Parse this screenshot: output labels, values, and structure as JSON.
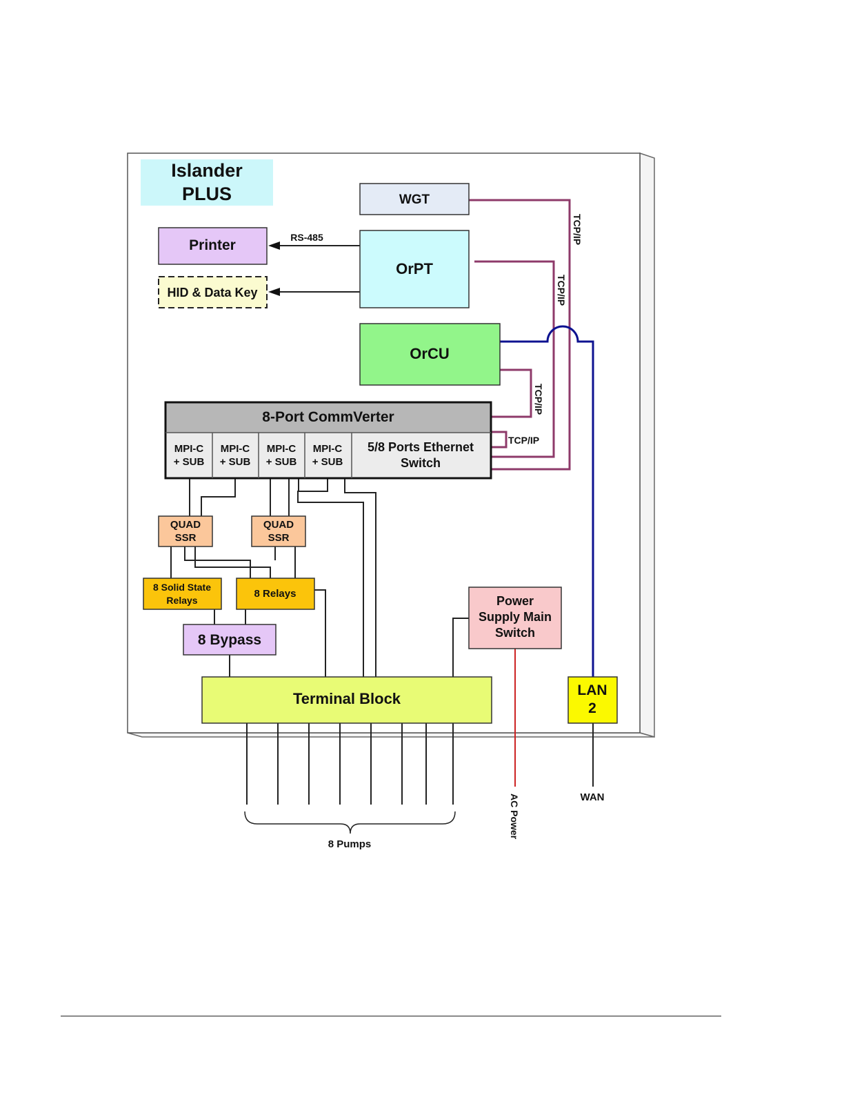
{
  "title": {
    "line1": "Islander",
    "line2": "PLUS"
  },
  "components": {
    "wgt": "WGT",
    "orpt": "OrPT",
    "orcu": "OrCU",
    "printer": "Printer",
    "hid": "HID & Data Key",
    "commverter": "8-Port CommVerter",
    "mpi": [
      "MPI-C",
      "+ SUB"
    ],
    "ethernet": [
      "5/8 Ports Ethernet",
      "Switch"
    ],
    "quad_ssr": [
      "QUAD",
      "SSR"
    ],
    "solid_state": [
      "8 Solid State",
      "Relays"
    ],
    "relays": "8 Relays",
    "bypass": "8 Bypass",
    "terminal": "Terminal Block",
    "power": [
      "Power",
      "Supply Main",
      "Switch"
    ],
    "lan": [
      "LAN",
      "2"
    ]
  },
  "labels": {
    "rs485": "RS-485",
    "tcpip": "TCP/IP",
    "wan": "WAN",
    "ac_power": "AC Power",
    "pumps": "8 Pumps"
  },
  "colors": {
    "title_fill": "#ccf7fa",
    "wgt_fill": "#e4ebf6",
    "orpt_fill": "#ccfbfd",
    "orcu_fill": "#92f58a",
    "printer_fill": "#e5c7f7",
    "hid_fill": "#fbfbd0",
    "commverter_header": "#b7b7b7",
    "commverter_body": "#ececec",
    "ssr_fill": "#fbc79b",
    "relay_fill": "#fbc40b",
    "bypass_fill": "#e5c7f7",
    "terminal_fill": "#e8fb75",
    "power_fill": "#f9c9cb",
    "lan_fill": "#fbf900",
    "tcp_line": "#8e3a6a",
    "lan_line": "#0d1290",
    "ac_line": "#cc2222"
  }
}
